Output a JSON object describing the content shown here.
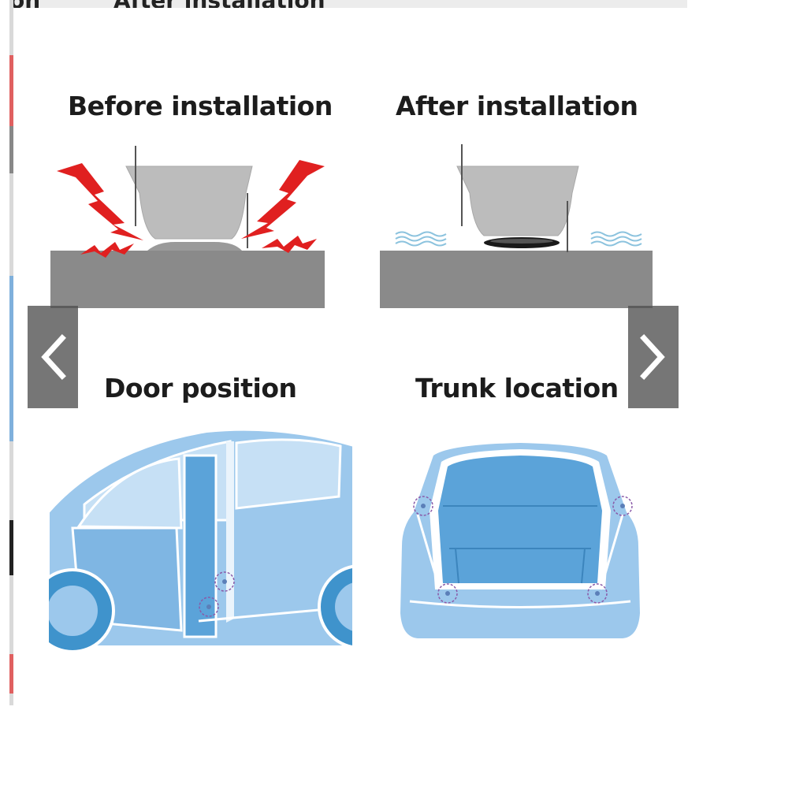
{
  "slide": {
    "peek_caption_left": "on",
    "peek_caption_right": "After installation",
    "before_caption": "Before installation",
    "after_caption": "After installation",
    "door_caption": "Door position",
    "trunk_caption": "Trunk location"
  },
  "navigation": {
    "prev_icon": "chevron-left-icon",
    "next_icon": "chevron-right-icon"
  },
  "colors": {
    "car_body": "#9cc8ec",
    "car_dark": "#5ba3d9",
    "surface_gray": "#888888",
    "cup_gray": "#b8b8b8",
    "noise_red": "#e02020",
    "marker_purple": "#8a5aa8"
  }
}
